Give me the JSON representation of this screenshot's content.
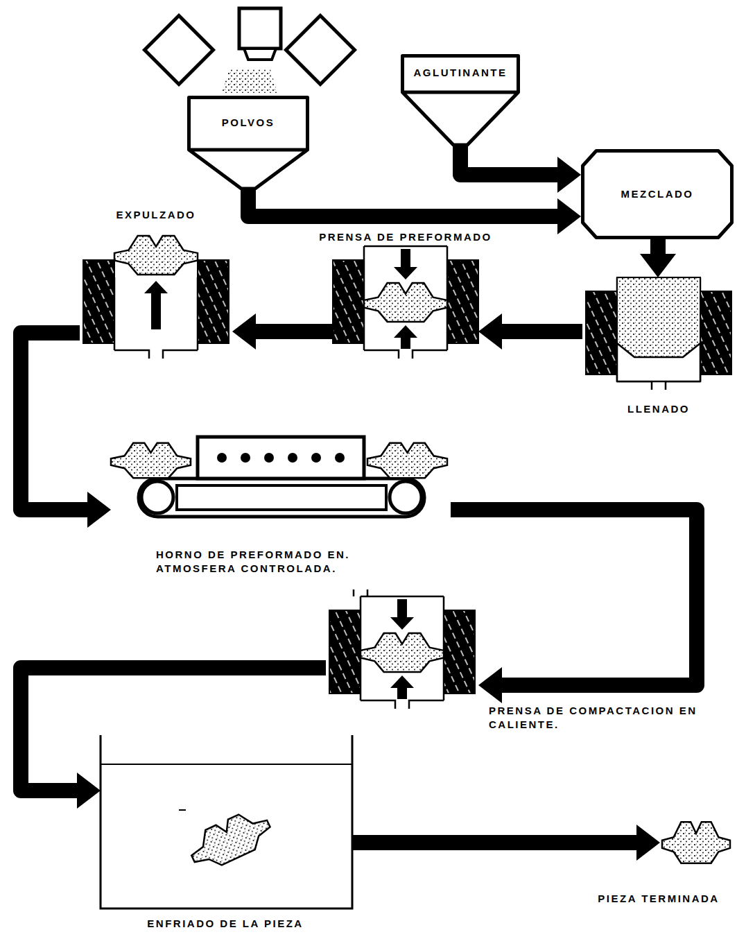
{
  "diagram": {
    "nodes": [
      {
        "text": [
          "POLVOS"
        ]
      },
      {
        "text": [
          "AGLUTINANTE"
        ]
      },
      {
        "text": [
          "MEZCLADO"
        ]
      },
      {
        "text": [
          "EXPULZADO"
        ]
      },
      {
        "text": [
          "PRENSA DE PREFORMADO"
        ]
      },
      {
        "text": [
          "LLENADO"
        ]
      },
      {
        "text": [
          "HORNO DE PREFORMADO EN. ATMOSFERA CONTROLADA."
        ]
      },
      {
        "text": [
          "PRENSA DE COMPACTACION EN CALIENTE."
        ]
      },
      {
        "text": [
          "ENFRIADO DE LA PIEZA"
        ]
      },
      {
        "text": [
          "PIEZA TERMINADA"
        ]
      }
    ],
    "edges": [
      {
        "from": 0,
        "to": 2,
        "arrow": "to"
      },
      {
        "from": 1,
        "to": 2,
        "arrow": "to"
      },
      {
        "from": 2,
        "to": 5,
        "arrow": "to"
      },
      {
        "from": 5,
        "to": 4,
        "arrow": "to"
      },
      {
        "from": 4,
        "to": 3,
        "arrow": "to"
      },
      {
        "from": 3,
        "to": 6,
        "arrow": "to"
      },
      {
        "from": 6,
        "to": 7,
        "arrow": "to"
      },
      {
        "from": 7,
        "to": 8,
        "arrow": "to"
      },
      {
        "from": 8,
        "to": 9,
        "arrow": "to"
      }
    ]
  }
}
